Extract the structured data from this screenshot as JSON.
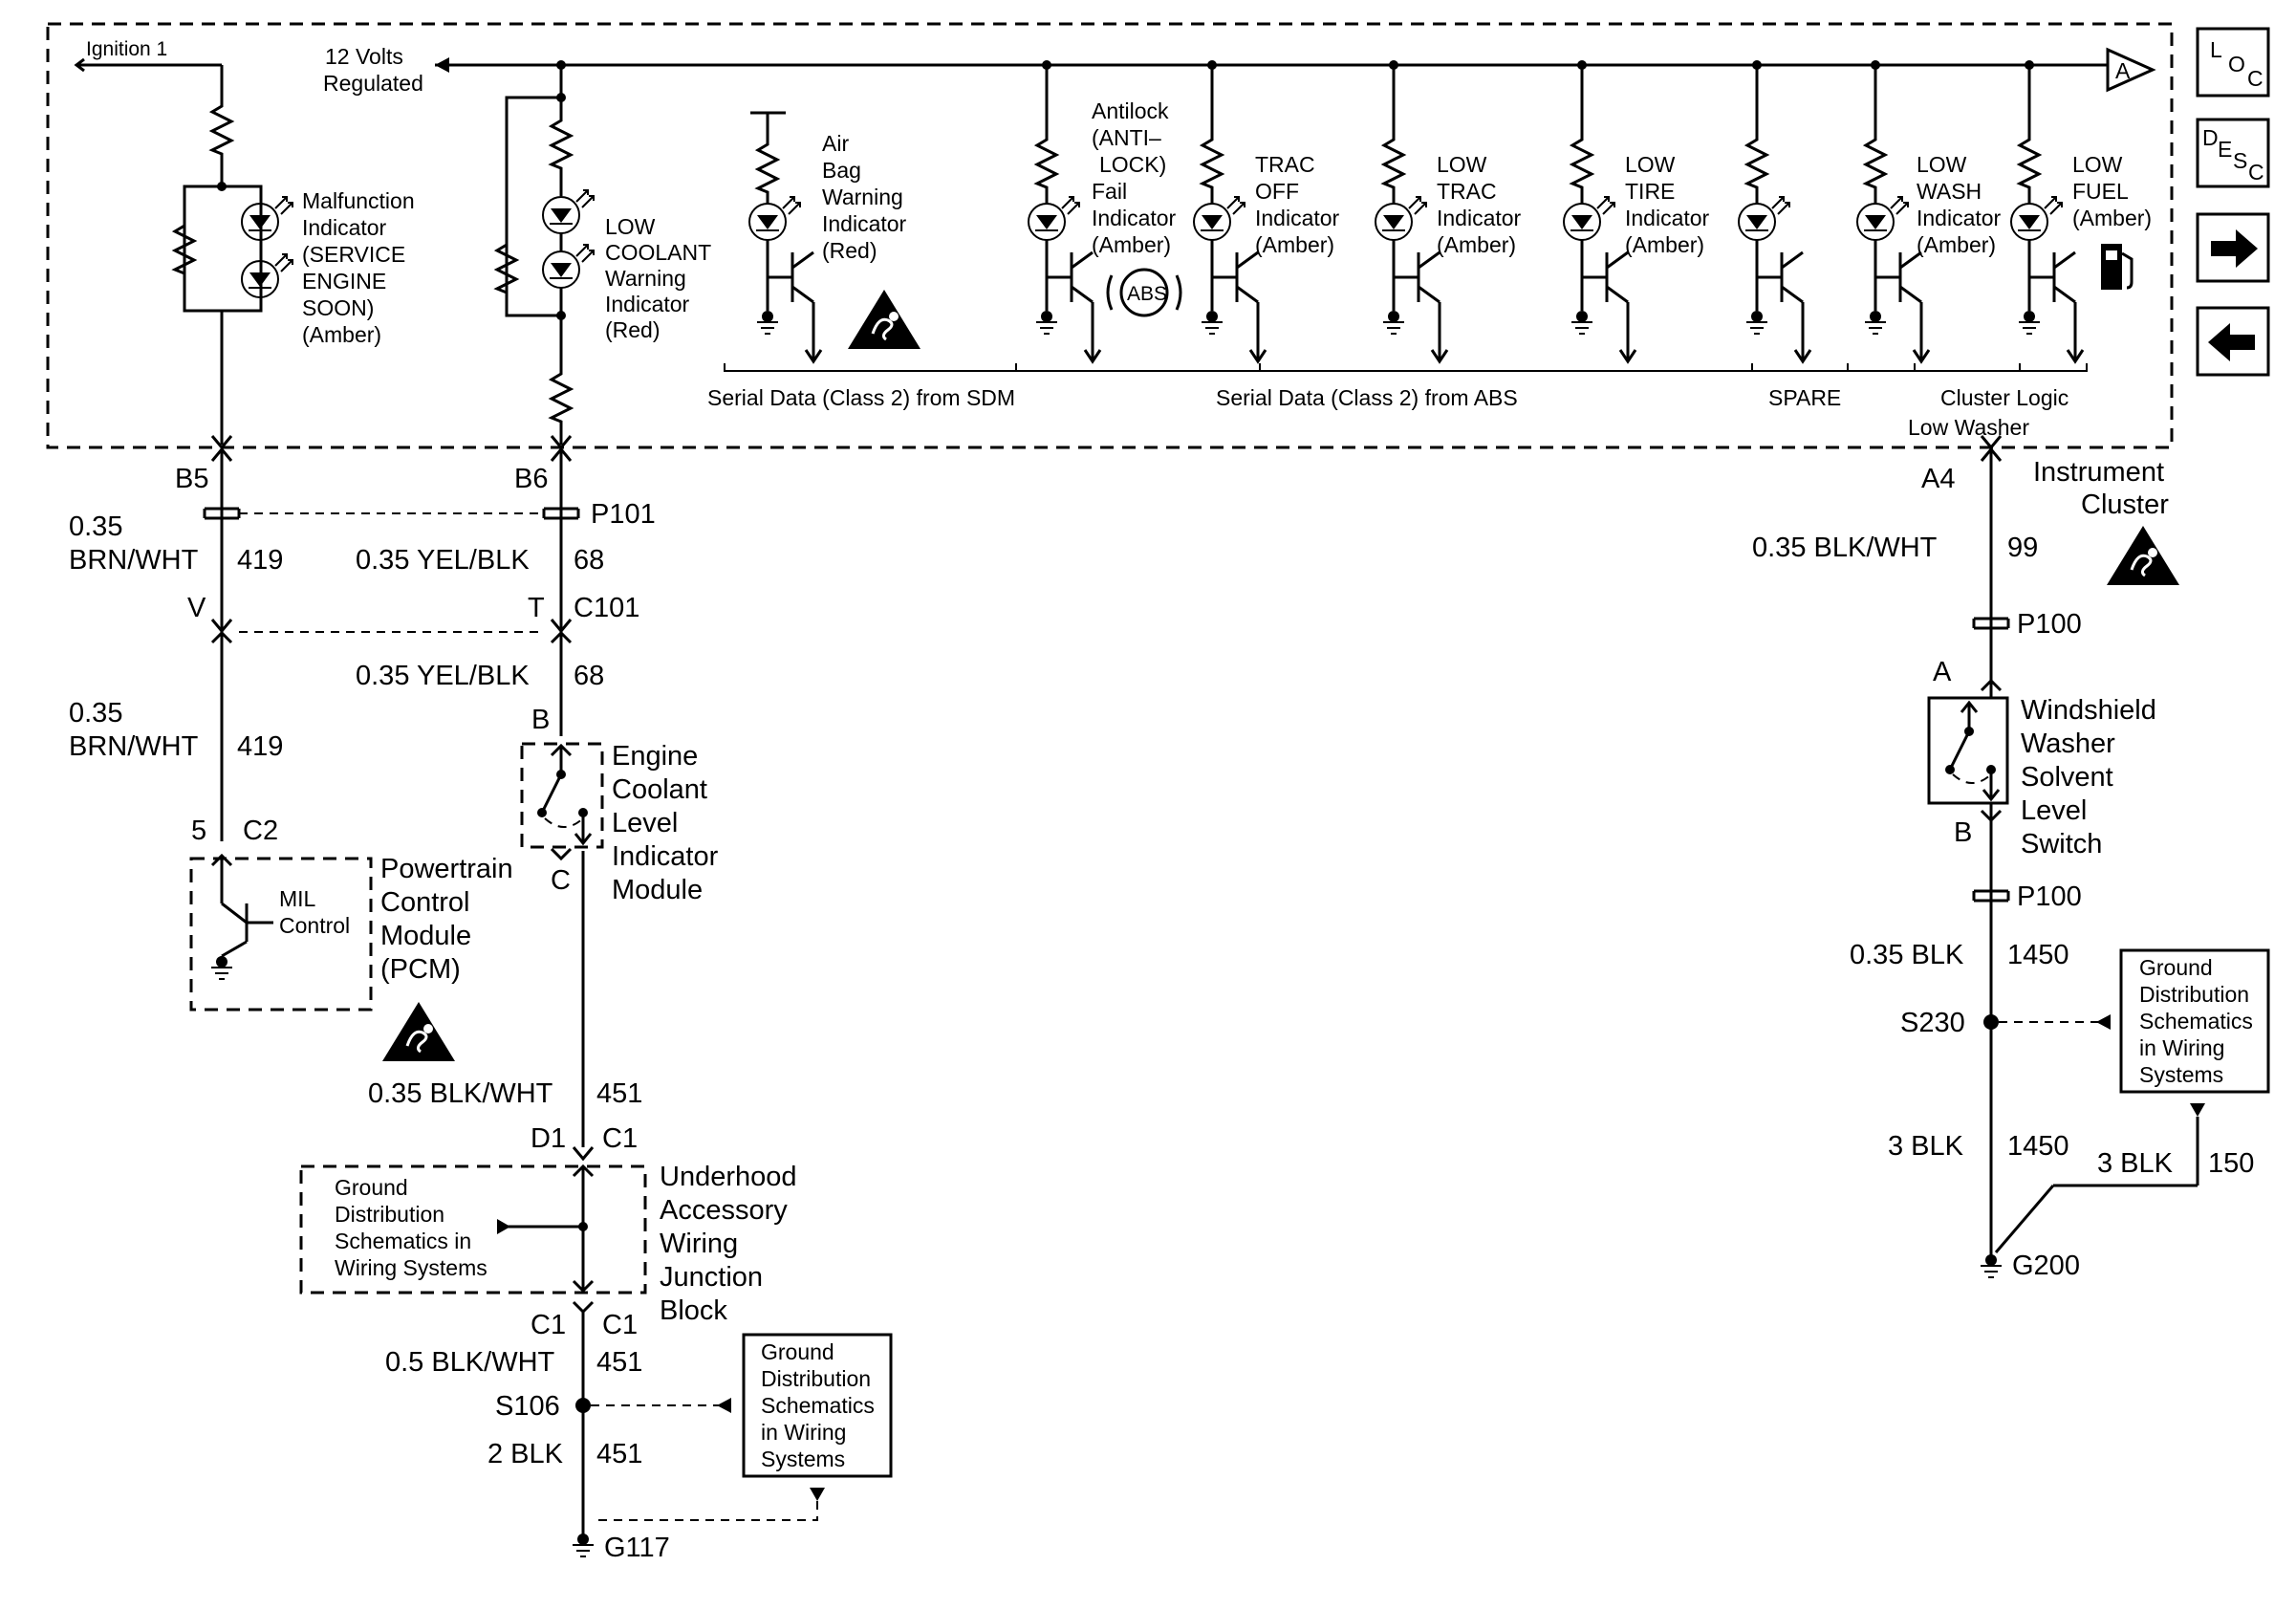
{
  "cluster": {
    "ignition": "Ignition 1",
    "volts_l1": "12 Volts",
    "volts_l2": "Regulated",
    "name_l1": "Instrument",
    "name_l2": "Cluster",
    "offpage": "A",
    "mil": [
      "Malfunction",
      "Indicator",
      "(SERVICE",
      "ENGINE",
      "SOON)",
      "(Amber)"
    ],
    "coolant": [
      "LOW",
      "COOLANT",
      "Warning",
      "Indicator",
      "(Red)"
    ],
    "airbag": [
      "Air",
      "Bag",
      "Warning",
      "Indicator",
      "(Red)"
    ],
    "antilock": [
      "Antilock",
      "(ANTI–",
      "LOCK)",
      "Fail",
      "Indicator",
      "(Amber)"
    ],
    "abs_logo": "ABS",
    "trac_off": [
      "TRAC",
      "OFF",
      "Indicator",
      "(Amber)"
    ],
    "low_trac": [
      "LOW",
      "TRAC",
      "Indicator",
      "(Amber)"
    ],
    "low_tire": [
      "LOW",
      "TIRE",
      "Indicator",
      "(Amber)"
    ],
    "low_wash": [
      "LOW",
      "WASH",
      "Indicator",
      "(Amber)"
    ],
    "low_fuel": [
      "LOW",
      "FUEL",
      "(Amber)"
    ],
    "serial_sdm": "Serial Data (Class 2) from SDM",
    "serial_abs": "Serial Data (Class 2) from ABS",
    "spare": "SPARE",
    "cluster_logic": "Cluster Logic",
    "low_washer": "Low Washer"
  },
  "left": {
    "pin_b5": "B5",
    "pin_b6": "B6",
    "p101": "P101",
    "w419_size_l1": "0.35",
    "w419_color": "BRN/WHT",
    "w419_num": "419",
    "w68_size_color": "0.35 YEL/BLK",
    "w68_num": "68",
    "pin_v": "V",
    "pin_t": "T",
    "c101": "C101",
    "pin_b": "B",
    "pin_c": "C",
    "pin_5": "5",
    "c2": "C2",
    "ecl_module": [
      "Engine",
      "Coolant",
      "Level",
      "Indicator",
      "Module"
    ],
    "pcm": [
      "Powertrain",
      "Control",
      "Module",
      "(PCM)"
    ],
    "mil_control": [
      "MIL",
      "Control"
    ],
    "w451_size_color": "0.35 BLK/WHT",
    "w451_num": "451",
    "pin_d1": "D1",
    "c1": "C1",
    "ground_dist": [
      "Ground",
      "Distribution",
      "Schematics in",
      "Wiring Systems"
    ],
    "junction_block": [
      "Underhood",
      "Accessory",
      "Wiring",
      "Junction",
      "Block"
    ],
    "w451b_size_color": "0.5 BLK/WHT",
    "s106": "S106",
    "w451c_size_color": "2 BLK",
    "ground_box": [
      "Ground",
      "Distribution",
      "Schematics",
      "in Wiring",
      "Systems"
    ],
    "g117": "G117"
  },
  "right": {
    "pin_a4": "A4",
    "w99_size_color": "0.35 BLK/WHT",
    "w99_num": "99",
    "p100": "P100",
    "pin_a": "A",
    "pin_b": "B",
    "switch_name": [
      "Windshield",
      "Washer",
      "Solvent",
      "Level",
      "Switch"
    ],
    "w1450a_size_color": "0.35 BLK",
    "w1450_num": "1450",
    "s230": "S230",
    "ground_box": [
      "Ground",
      "Distribution",
      "Schematics",
      "in Wiring",
      "Systems"
    ],
    "w1450b_size_color": "3 BLK",
    "w150_size_color": "3 BLK",
    "w150_num": "150",
    "g200": "G200"
  },
  "nav": {
    "loc": [
      "L",
      "O",
      "C"
    ],
    "desc": [
      "D",
      "E",
      "S",
      "C"
    ],
    "forward_icon": "arrow-right",
    "back_icon": "arrow-left"
  }
}
